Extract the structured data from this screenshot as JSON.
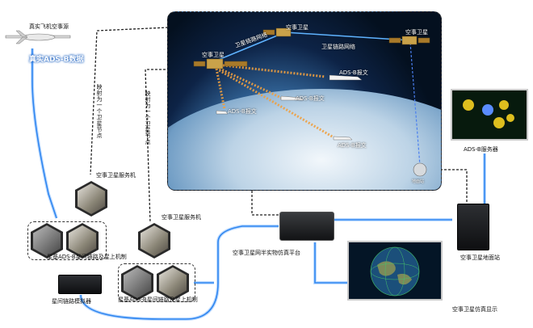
{
  "labels": {
    "uav_source": "真实飞机空事源",
    "real_adsb": "真实ADS-B数据",
    "sat1": "空事卫星",
    "sat2": "空事卫星",
    "sat3": "空事卫星",
    "isl1": "卫星链路网络",
    "isl2": "卫星链路网络",
    "msg1": "ADS-B报文",
    "msg2": "ADS-B报文",
    "msg3": "ADS-B报文",
    "msg4": "ADS-B报文",
    "map_sat1": "映射为一个卫星节点",
    "map_sat2": "映射为一个卫星节点",
    "server1": "空事卫星服务机",
    "server2": "空事卫星服务机",
    "payload1": "星基ADS-B星间链路及星上机制",
    "payload2": "星基ADS-B星间链路及星上机制",
    "link_sim": "星间链路模拟器",
    "platform": "空事卫星网半实物仿真平台",
    "adsb_server": "ADS-B服务器",
    "ground_station": "空事卫星地面站",
    "display": "空事卫星仿真显示",
    "dish": "地面站"
  },
  "colors": {
    "link": "#3d8ee8",
    "beam": "#f0a040"
  }
}
